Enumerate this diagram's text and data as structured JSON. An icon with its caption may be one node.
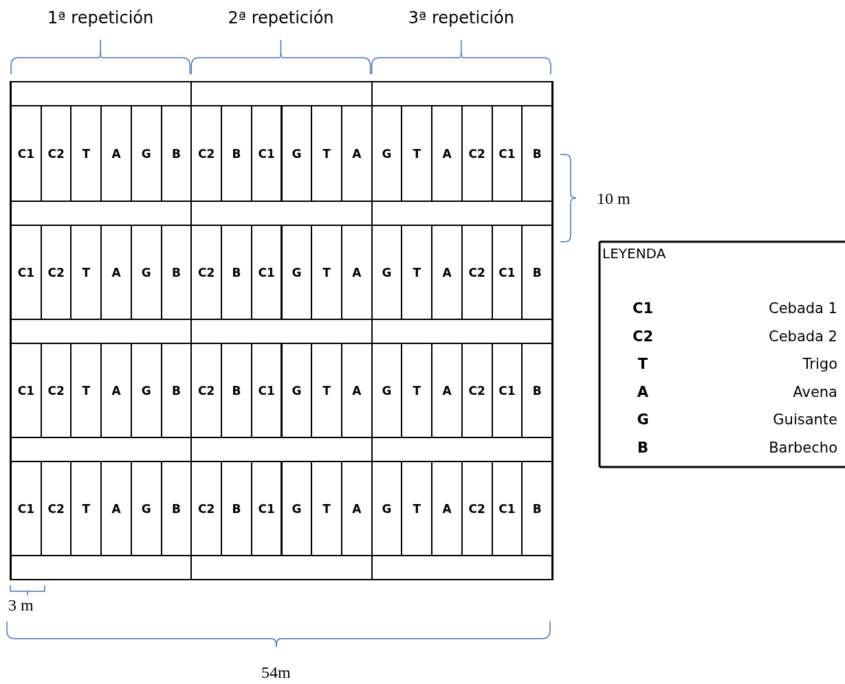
{
  "diagram": {
    "labels": [
      "1ª repetición",
      "2ª repetición",
      "3ª repetición",
      "C1",
      "C2",
      "T",
      "A",
      "G",
      "B",
      "C2",
      "B",
      "C1",
      "G",
      "T",
      "A",
      "G",
      "T",
      "A",
      "C2",
      "C1",
      "B",
      "C1",
      "C2",
      "T",
      "A",
      "G",
      "B",
      "C2",
      "B",
      "C1",
      "G",
      "T",
      "A",
      "G",
      "T",
      "A",
      "C2",
      "C1",
      "B",
      "C1",
      "C2",
      "T",
      "A",
      "G",
      "B",
      "C2",
      "B",
      "C1",
      "G",
      "T",
      "A",
      "G",
      "T",
      "A",
      "C2",
      "C1",
      "B",
      "C1",
      "C2",
      "T",
      "A",
      "G",
      "B",
      "C2",
      "B",
      "C1",
      "G",
      "T",
      "A",
      "G",
      "T",
      "A",
      "C2",
      "C1",
      "B",
      "10 m",
      "3 m",
      "54m",
      "LEYENDA",
      "C1",
      "Cebada 1",
      "C2",
      "Cebada 2",
      "T",
      "Trigo",
      "A",
      "Avena",
      "G",
      "Guisante",
      "B",
      "Barbecho"
    ]
  }
}
